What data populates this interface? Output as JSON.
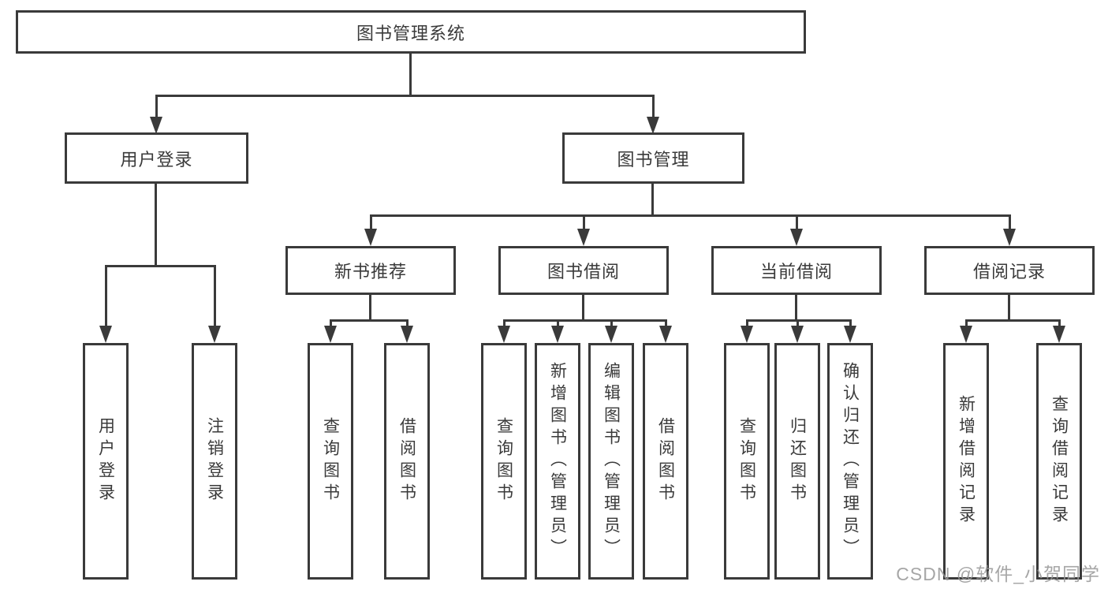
{
  "nodes": {
    "root": "图书管理系统",
    "user_login": "用户登录",
    "book_management": "图书管理",
    "new_book_recommend": "新书推荐",
    "book_borrow": "图书借阅",
    "current_borrow": "当前借阅",
    "borrow_records": "借阅记录",
    "leaf_user_login": "用户登录",
    "leaf_logout": "注销登录",
    "leaf_query_book_1": "查询图书",
    "leaf_borrow_book_1": "借阅图书",
    "leaf_query_book_2": "查询图书",
    "leaf_add_book": "新增图书（管理员）",
    "leaf_edit_book": "编辑图书（管理员）",
    "leaf_borrow_book_2": "借阅图书",
    "leaf_query_book_3": "查询图书",
    "leaf_return_book": "归还图书",
    "leaf_confirm_return": "确认归还（管理员）",
    "leaf_add_borrow_record": "新增借阅记录",
    "leaf_query_borrow_record": "查询借阅记录"
  },
  "watermark": "CSDN @软件_小贺同学",
  "colors": {
    "line": "#3a3a3a",
    "text": "#3a3a3a",
    "box_background": "#ffffff",
    "page_background": "#ffffff",
    "watermark": "#979797"
  }
}
